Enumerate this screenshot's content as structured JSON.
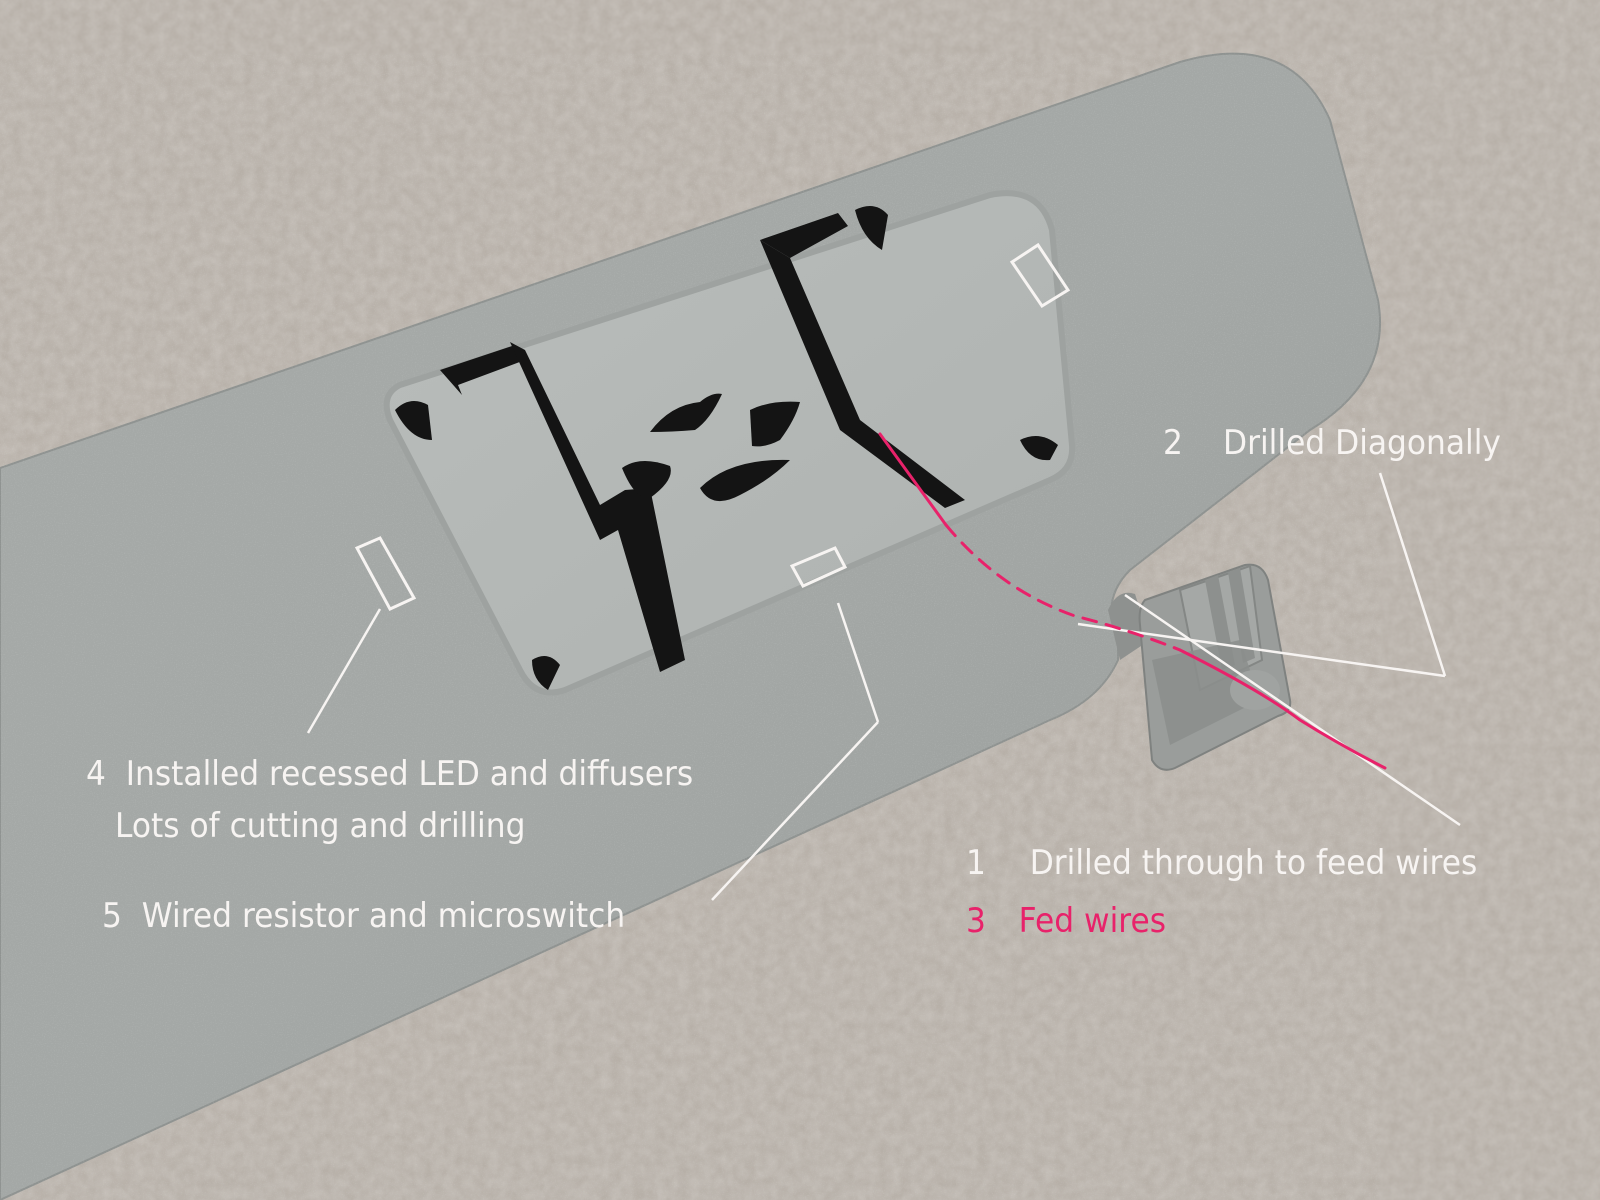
{
  "photo": {
    "subject": "car sun visor on carpet with modification annotations",
    "colors": {
      "carpet": "#b8b1a9",
      "visor": "#a9adaa",
      "recess": "#b4b8b5",
      "cutout": "#111111",
      "annotation_white": "#f7f4f2",
      "annotation_pink": "#e8226a",
      "clip": "#9b9d9b"
    }
  },
  "annotations": [
    {
      "id": "step1",
      "number": "1",
      "text": "Drilled through to feed wires",
      "color": "#f7f4f2"
    },
    {
      "id": "step2",
      "number": "2",
      "text": "Drilled Diagonally",
      "color": "#f7f4f2"
    },
    {
      "id": "step3",
      "number": "3",
      "text": "Fed wires",
      "color": "#e8226a"
    },
    {
      "id": "step4",
      "number": "4",
      "text": "Installed recessed LED and diffusers",
      "line2": "Lots of cutting and drilling",
      "color": "#f7f4f2"
    },
    {
      "id": "step5",
      "number": "5",
      "text": "Wired resistor and microswitch",
      "color": "#f7f4f2"
    }
  ]
}
